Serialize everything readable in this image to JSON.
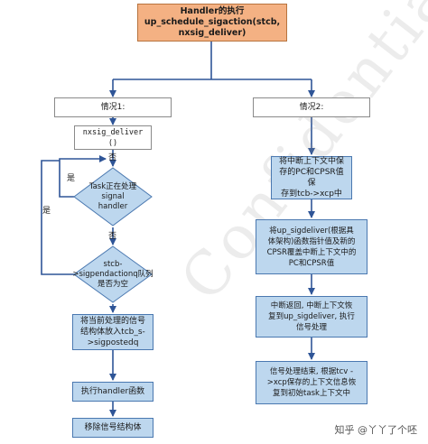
{
  "title_node": {
    "line1": "Handler的执行",
    "line2": "up_schedule_sigaction(stcb,",
    "line3": "nxsig_deliver)"
  },
  "case1": {
    "label": "情况1:"
  },
  "case2": {
    "label": "情况2:"
  },
  "left_flow": {
    "nxsig": {
      "line1": "nxsig_deliver",
      "line2": "()"
    },
    "decision1": {
      "line1": "Task正在处理",
      "line2": "signal",
      "line3": "handler"
    },
    "decision2": {
      "line1": "stcb-",
      "line2": ">sigpendactionq队列",
      "line3": "是否为空"
    },
    "step1": {
      "line1": "将当前处理的信号",
      "line2": "结构体放入tcb_s-",
      "line3": ">sigpostedq"
    },
    "step2": {
      "text": "执行handler函数"
    },
    "step3": {
      "text": "移除信号结构体"
    }
  },
  "right_flow": {
    "step1": {
      "line1": "将中断上下文中保",
      "line2": "存的PC和CPSR值保",
      "line3": "存到tcb->xcp中"
    },
    "step2": {
      "line1": "将up_sigdeliver(根据具",
      "line2": "体架构)函数指针值及新的",
      "line3": "CPSR覆盖中断上下文中的",
      "line4": "PC和CPSR值"
    },
    "step3": {
      "line1": "中断返回, 中断上下文恢",
      "line2": "复到up_sigdeliver, 执行",
      "line3": "信号处理"
    },
    "step4": {
      "line1": "信号处理结束, 根据tcv -",
      "line2": ">xcp保存的上下文信息恢",
      "line3": "复到初始task上下文中"
    }
  },
  "edge_labels": {
    "no1": "否",
    "no2": "否",
    "yes1": "是",
    "yes2": "是"
  },
  "watermark": "Confidentia",
  "credit": "知乎 @丫丫了个呸"
}
